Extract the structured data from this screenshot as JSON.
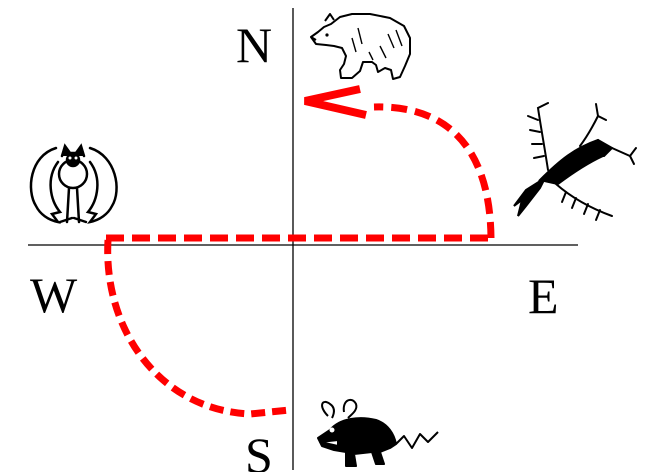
{
  "labels": {
    "north": "N",
    "east": "E",
    "south": "S",
    "west": "W"
  },
  "icons": {
    "north": "polar-bear-icon",
    "east": "bird-icon",
    "south": "mouse-icon",
    "west": "owl-icon"
  },
  "colors": {
    "axis": "#000000",
    "path": "#ff0000",
    "background": "#ffffff"
  }
}
